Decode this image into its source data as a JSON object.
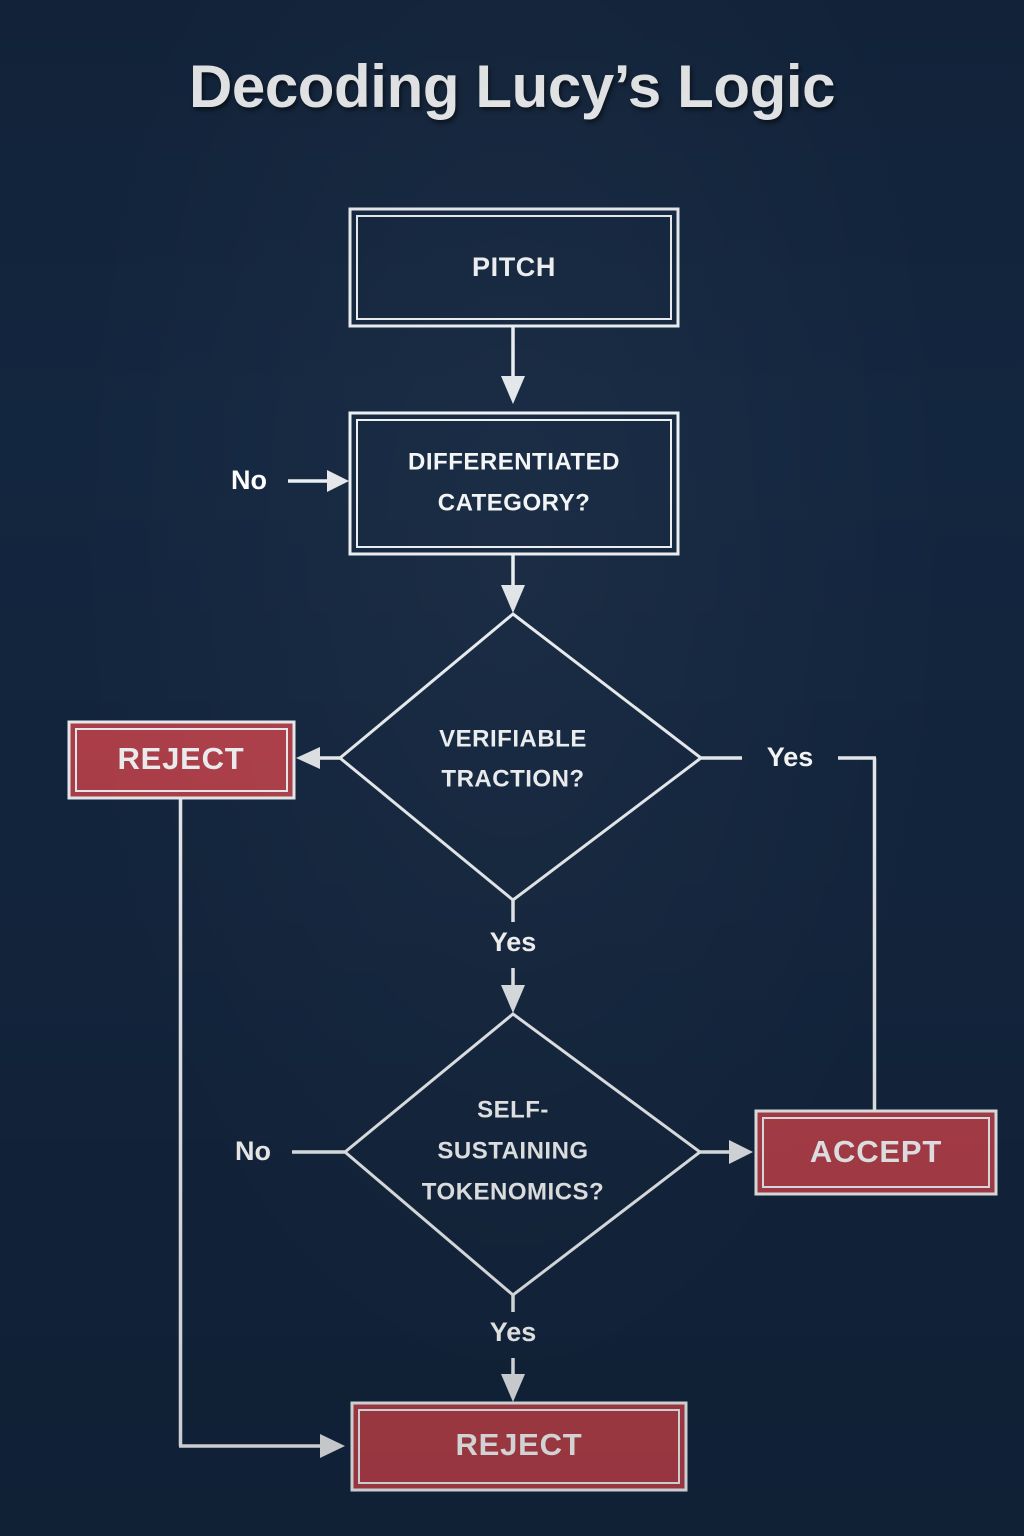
{
  "title": "Decoding Lucy’s Logic",
  "theme": {
    "background": "#13263f",
    "stroke": "#eef1f4",
    "text": "#f4f6f8",
    "reject_fill": "#b2404b",
    "accept_fill": "#b2404b"
  },
  "nodes": {
    "pitch": {
      "label": "PITCH",
      "type": "process"
    },
    "differentiated": {
      "label_line1": "DIFFERENTIATED",
      "label_line2": "CATEGORY?",
      "type": "process"
    },
    "traction": {
      "label_line1": "VERIFIABLE",
      "label_line2": "TRACTION?",
      "type": "decision"
    },
    "tokenomics": {
      "label_line1": "SELF-",
      "label_line2": "SUSTAINING",
      "label_line3": "TOKENOMICS?",
      "type": "decision"
    },
    "reject_top": {
      "label": "REJECT",
      "type": "terminator"
    },
    "accept": {
      "label": "ACCEPT",
      "type": "terminator"
    },
    "reject_bottom": {
      "label": "REJECT",
      "type": "terminator"
    }
  },
  "edge_labels": {
    "differentiated_no": "No",
    "traction_yes_right": "Yes",
    "traction_yes_down": "Yes",
    "tokenomics_no": "No",
    "tokenomics_yes": "Yes"
  }
}
